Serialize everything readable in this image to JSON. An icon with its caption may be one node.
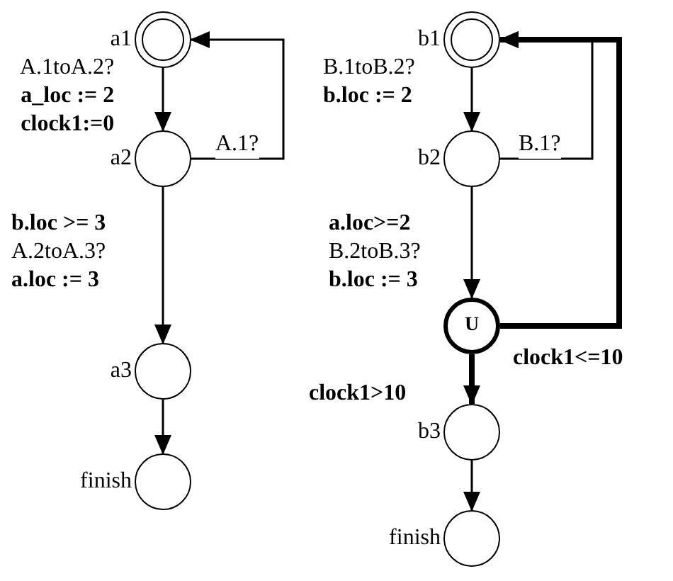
{
  "diagram": {
    "nodes": [
      {
        "text": [],
        "shape": "circle",
        "beside": [
          "a1"
        ]
      },
      {
        "text": [],
        "shape": "circle",
        "beside": [
          "a2"
        ]
      },
      {
        "text": [],
        "shape": "circle",
        "beside": [
          "a3"
        ]
      },
      {
        "text": [],
        "shape": "circle",
        "beside": [
          "finish"
        ]
      },
      {
        "text": [],
        "shape": "circle",
        "beside": [
          "b1"
        ]
      },
      {
        "text": [],
        "shape": "circle",
        "beside": [
          "b2"
        ]
      },
      {
        "text": [
          "U"
        ]
      },
      {
        "text": [],
        "shape": "circle",
        "beside": [
          "b3"
        ]
      },
      {
        "text": [],
        "shape": "circle",
        "beside": [
          "finish"
        ]
      }
    ],
    "edges": [
      {
        "from": 0,
        "to": 1,
        "arrow": "to",
        "label": "A.1toA.2? **a_loc := 2** **clock1:=0**"
      },
      {
        "from": 1,
        "to": 0,
        "arrow": "to",
        "label": "A.1?"
      },
      {
        "from": 1,
        "to": 2,
        "arrow": "to",
        "label": "**b.loc >= 3** A.2toA.3? **a.loc := 3**"
      },
      {
        "from": 2,
        "to": 3,
        "arrow": "to"
      },
      {
        "from": 4,
        "to": 5,
        "arrow": "to",
        "label": "B.1toB.2? **b.loc := 2**"
      },
      {
        "from": 5,
        "to": 4,
        "arrow": "to",
        "label": "B.1?"
      },
      {
        "from": 5,
        "to": 6,
        "arrow": "to",
        "label": "**a.loc>=2** B.2toB.3? **b.loc := 3**"
      },
      {
        "from": 6,
        "to": 4,
        "arrow": "to",
        "label": "clock1<=10",
        "style": "thick"
      },
      {
        "from": 6,
        "to": 7,
        "arrow": "to",
        "label": "clock1>10",
        "style": "thick"
      },
      {
        "from": 7,
        "to": 8,
        "arrow": "to"
      }
    ]
  }
}
